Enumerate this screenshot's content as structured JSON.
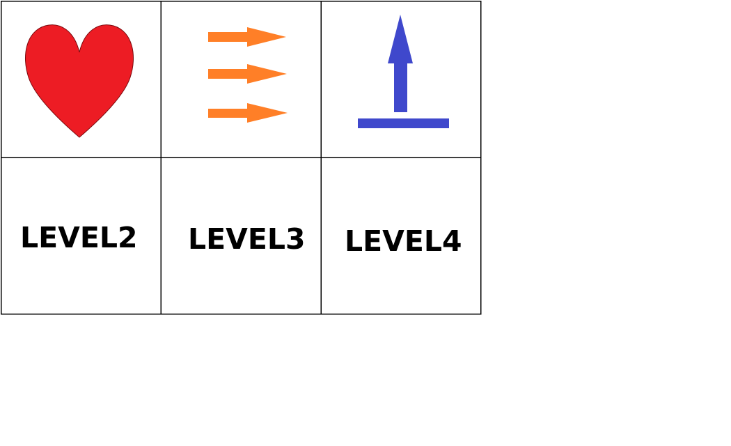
{
  "top_row": [
    {
      "icon": "heart-icon",
      "color": "#ed1c24"
    },
    {
      "icon": "triple-right-arrow-icon",
      "color": "#ff7f27"
    },
    {
      "icon": "up-arrow-on-bar-icon",
      "color": "#3f48cc"
    }
  ],
  "bottom_row": [
    {
      "label": "LEVEL2"
    },
    {
      "label": "LEVEL3"
    },
    {
      "label": "LEVEL4"
    }
  ],
  "colors": {
    "border": "#000000",
    "background": "#ffffff",
    "text": "#000000"
  }
}
